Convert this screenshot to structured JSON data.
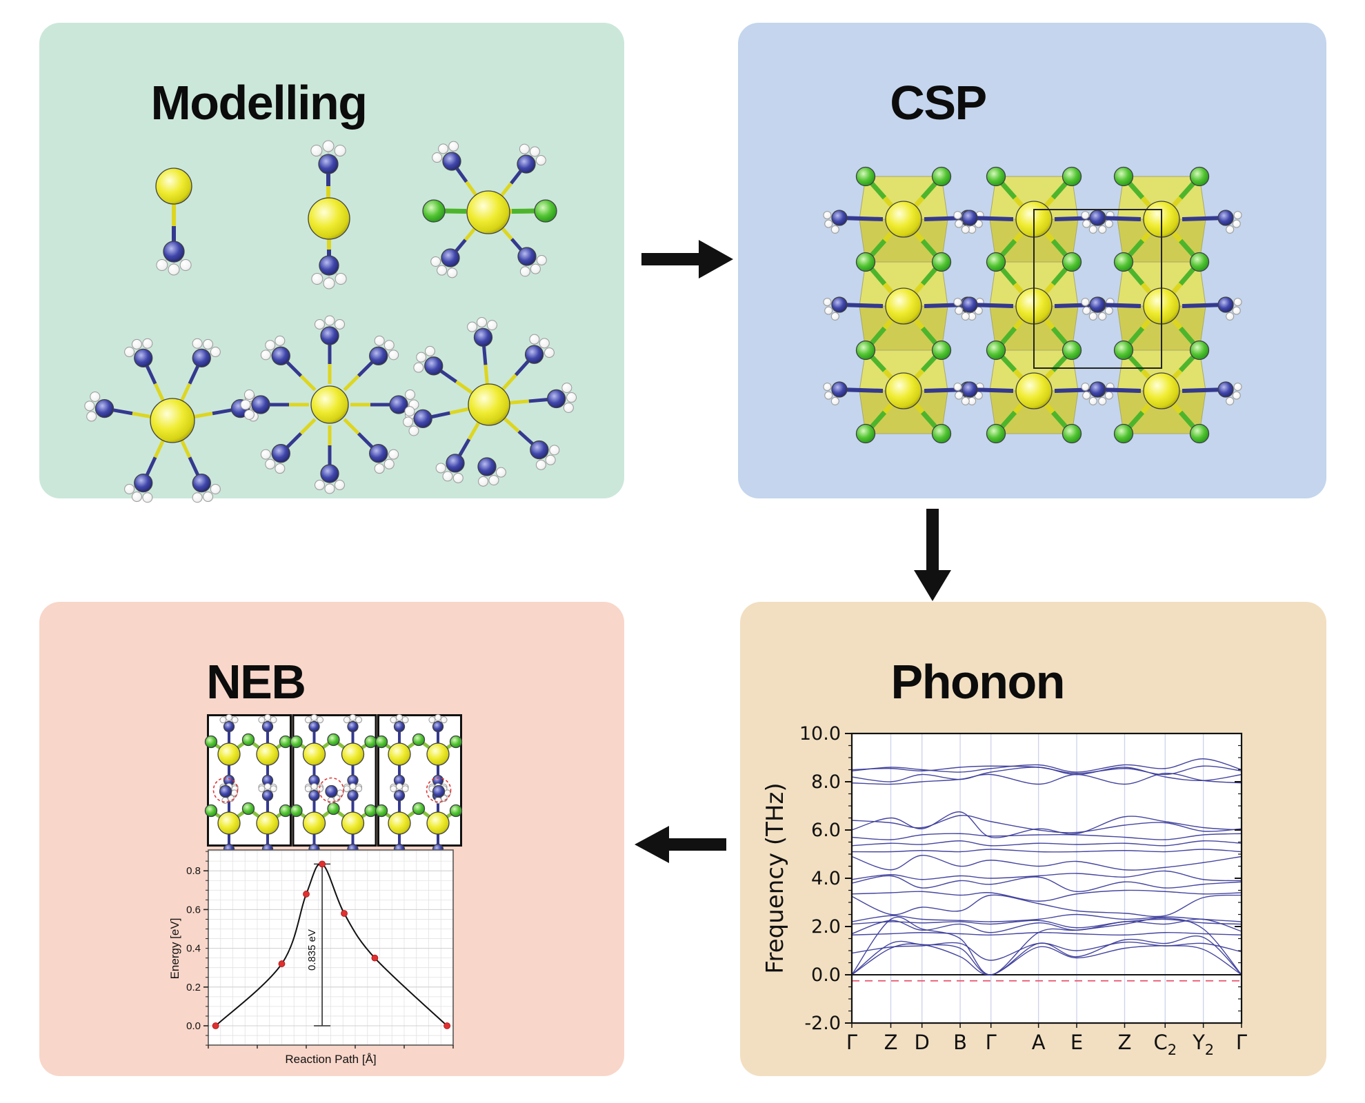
{
  "figure": {
    "background": "#ffffff",
    "arrow_color": "#111111"
  },
  "panels": {
    "modelling": {
      "title": "Modelling",
      "bg": "#cbe7da"
    },
    "csp": {
      "title": "CSP",
      "bg": "#c4d5ed"
    },
    "phonon": {
      "title": "Phonon",
      "bg": "#f2dfc1"
    },
    "neb": {
      "title": "NEB",
      "bg": "#f8d6c9"
    }
  },
  "atom_colors": {
    "metal_yellow": "#e8e126",
    "halide_green": "#3fae2a",
    "nitrogen_blue": "#3a3f9e",
    "hydrogen_white": "#ffffff"
  },
  "chart_data": [
    {
      "id": "phonon-bands",
      "type": "line",
      "title": "",
      "xlabel": "",
      "ylabel": "Frequency (THz)",
      "ylim": [
        -2.0,
        10.0
      ],
      "yticks": [
        10.0,
        8.0,
        6.0,
        4.0,
        2.0,
        0.0,
        -2.0
      ],
      "ytick_labels": [
        "10.0",
        "8.0",
        "6.0",
        "4.0",
        "2.0",
        "0.0",
        "-2.0"
      ],
      "x_categories": [
        "Γ",
        "Z",
        "D",
        "B",
        "Γ",
        "A",
        "E",
        "Z",
        "C_2",
        "Y_2",
        "Γ"
      ],
      "x_fractions": [
        0,
        0.1,
        0.18,
        0.278,
        0.357,
        0.479,
        0.577,
        0.7,
        0.804,
        0.902,
        1.0
      ],
      "grid": "vertical-light",
      "gridline_color": "#ccd2ea",
      "zero_line": 0.0,
      "negative_guide_line": {
        "y": -0.25,
        "style": "dashed",
        "color": "#e8506a"
      },
      "band_color": "#3b3b9b",
      "legend": "none",
      "series": [
        {
          "name": "band-01",
          "values": [
            0.0,
            1.1,
            1.25,
            0.75,
            0.0,
            1.15,
            0.7,
            1.1,
            1.2,
            1.05,
            0.0
          ]
        },
        {
          "name": "band-02",
          "values": [
            0.0,
            1.3,
            1.25,
            1.1,
            0.0,
            1.3,
            0.75,
            1.45,
            1.3,
            1.55,
            0.0
          ]
        },
        {
          "name": "band-03",
          "values": [
            0.0,
            2.3,
            1.9,
            1.5,
            0.0,
            1.75,
            1.85,
            2.1,
            2.35,
            1.9,
            0.0
          ]
        },
        {
          "name": "band-04",
          "values": [
            0.9,
            1.15,
            1.2,
            1.3,
            0.6,
            1.3,
            1.0,
            1.35,
            1.2,
            1.3,
            0.95
          ]
        },
        {
          "name": "band-05",
          "values": [
            1.65,
            1.7,
            1.75,
            1.7,
            1.65,
            1.75,
            1.7,
            1.65,
            1.75,
            1.7,
            1.65
          ]
        },
        {
          "name": "band-06",
          "values": [
            1.7,
            2.25,
            1.85,
            2.1,
            1.75,
            2.15,
            1.85,
            2.2,
            2.1,
            2.3,
            1.8
          ]
        },
        {
          "name": "band-07",
          "values": [
            2.1,
            2.2,
            2.15,
            2.2,
            2.1,
            2.25,
            1.95,
            2.2,
            2.3,
            2.15,
            2.1
          ]
        },
        {
          "name": "band-08",
          "values": [
            2.2,
            2.45,
            2.3,
            2.25,
            2.2,
            2.3,
            2.5,
            2.3,
            2.4,
            2.3,
            2.2
          ]
        },
        {
          "name": "band-09",
          "values": [
            3.25,
            2.5,
            2.8,
            2.65,
            3.3,
            2.95,
            2.65,
            2.55,
            2.45,
            3.2,
            3.3
          ]
        },
        {
          "name": "band-10",
          "values": [
            3.35,
            3.4,
            3.45,
            3.3,
            3.4,
            3.05,
            3.35,
            3.5,
            3.45,
            3.35,
            3.4
          ]
        },
        {
          "name": "band-11",
          "values": [
            3.8,
            4.1,
            3.6,
            3.9,
            3.75,
            4.05,
            3.45,
            3.85,
            3.6,
            3.75,
            3.85
          ]
        },
        {
          "name": "band-12",
          "values": [
            3.95,
            4.15,
            3.95,
            4.1,
            4.0,
            4.1,
            4.2,
            4.05,
            4.3,
            3.95,
            3.9
          ]
        },
        {
          "name": "band-13",
          "values": [
            4.9,
            4.35,
            4.95,
            4.5,
            4.75,
            4.5,
            4.7,
            4.35,
            4.45,
            4.65,
            4.9
          ]
        },
        {
          "name": "band-14",
          "values": [
            5.1,
            5.1,
            5.15,
            5.1,
            5.2,
            5.1,
            5.1,
            5.15,
            5.1,
            5.2,
            5.1
          ]
        },
        {
          "name": "band-15",
          "values": [
            5.35,
            5.45,
            5.4,
            5.55,
            5.35,
            5.45,
            5.4,
            5.45,
            5.35,
            5.55,
            5.45
          ]
        },
        {
          "name": "band-16",
          "values": [
            5.7,
            5.6,
            5.8,
            5.85,
            5.75,
            5.8,
            5.8,
            5.7,
            5.6,
            5.8,
            5.85
          ]
        },
        {
          "name": "band-17",
          "values": [
            6.0,
            6.5,
            6.05,
            6.75,
            5.7,
            6.05,
            5.85,
            6.55,
            6.35,
            6.1,
            6.0
          ]
        },
        {
          "name": "band-18",
          "values": [
            6.4,
            6.3,
            6.1,
            6.6,
            6.35,
            6.0,
            5.9,
            6.2,
            6.3,
            5.95,
            6.05
          ]
        },
        {
          "name": "band-19",
          "values": [
            7.95,
            7.9,
            8.0,
            8.1,
            8.3,
            7.9,
            8.3,
            7.9,
            8.35,
            8.05,
            7.95
          ]
        },
        {
          "name": "band-20",
          "values": [
            8.2,
            8.0,
            8.3,
            8.1,
            8.4,
            8.6,
            8.3,
            8.6,
            8.2,
            8.05,
            8.3
          ]
        },
        {
          "name": "band-21",
          "values": [
            8.45,
            8.6,
            8.5,
            8.4,
            8.55,
            8.7,
            8.4,
            8.7,
            8.55,
            8.95,
            8.5
          ]
        },
        {
          "name": "band-22",
          "values": [
            8.5,
            8.55,
            8.45,
            8.6,
            8.65,
            8.6,
            8.35,
            8.55,
            8.3,
            8.65,
            8.45
          ]
        }
      ]
    },
    {
      "id": "neb-energy",
      "type": "line+scatter",
      "title": "",
      "xlabel": "Reaction Path [Å]",
      "ylabel": "Energy [eV]",
      "ylim": [
        -0.107,
        0.9
      ],
      "yticks": [
        0.0,
        0.2,
        0.4,
        0.6,
        0.8
      ],
      "ytick_labels": [
        "0.0",
        "0.2",
        "0.4",
        "0.6",
        "0.8"
      ],
      "minor_step": 0.05,
      "grid": "fine",
      "points_x": [
        0.03,
        0.3,
        0.4,
        0.465,
        0.555,
        0.68,
        0.975
      ],
      "points_y": [
        0.0,
        0.32,
        0.68,
        0.835,
        0.58,
        0.35,
        0.0
      ],
      "barrier_value": 0.835,
      "barrier_label": "0.835 eV",
      "point_color": "#e03030",
      "curve_color": "#111111"
    }
  ]
}
